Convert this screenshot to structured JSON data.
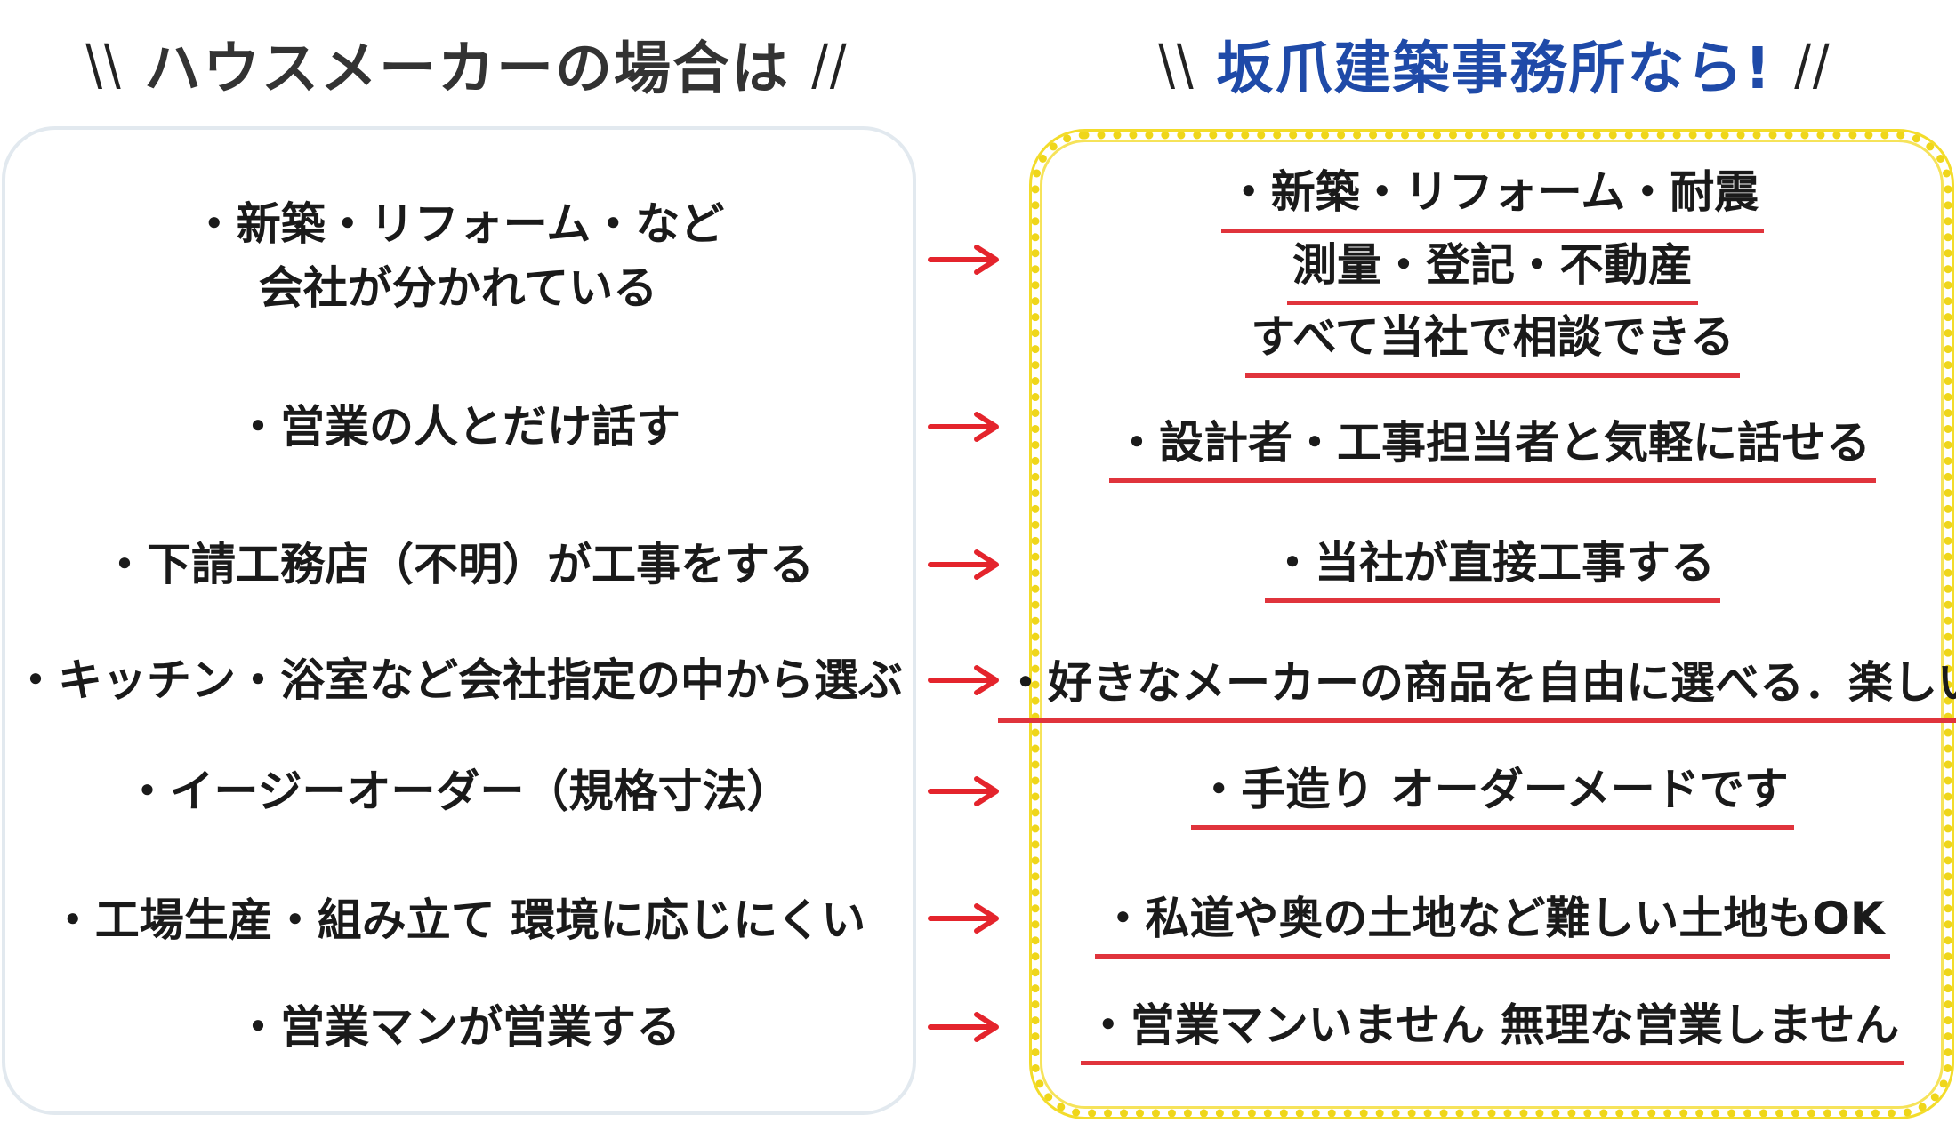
{
  "headings": {
    "left": "ハウスメーカーの場合は",
    "right": "坂爪建築事務所なら!",
    "slash_left": "\\\\",
    "slash_right": "//"
  },
  "colors": {
    "arrow": "#e4242c",
    "underline": "#e0343c",
    "right_heading": "#1f4aa8",
    "left_border": "#e2e9ef",
    "right_border": "#efd61a"
  },
  "left_items": [
    [
      "・新築・リフォーム・など",
      "会社が分かれている"
    ],
    [
      "・営業の人とだけ話す"
    ],
    [
      "・下請工務店（不明）が工事をする"
    ],
    [
      "・キッチン・浴室など会社指定の中から選ぶ"
    ],
    [
      "・イージーオーダー（規格寸法）"
    ],
    [
      "・工場生産・組み立て 環境に応じにくい"
    ],
    [
      "・営業マンが営業する"
    ]
  ],
  "right_items": [
    [
      "・新築・リフォーム・耐震",
      "測量・登記・不動産",
      "すべて当社で相談できる"
    ],
    [
      "・設計者・工事担当者と気軽に話せる"
    ],
    [
      "・当社が直接工事する"
    ],
    [
      "・好きなメーカーの商品を自由に選べる．楽しい"
    ],
    [
      "・手造り オーダーメードです"
    ],
    [
      "・私道や奥の土地など難しい土地もOK"
    ],
    [
      "・営業マンいません 無理な営業しません"
    ]
  ]
}
